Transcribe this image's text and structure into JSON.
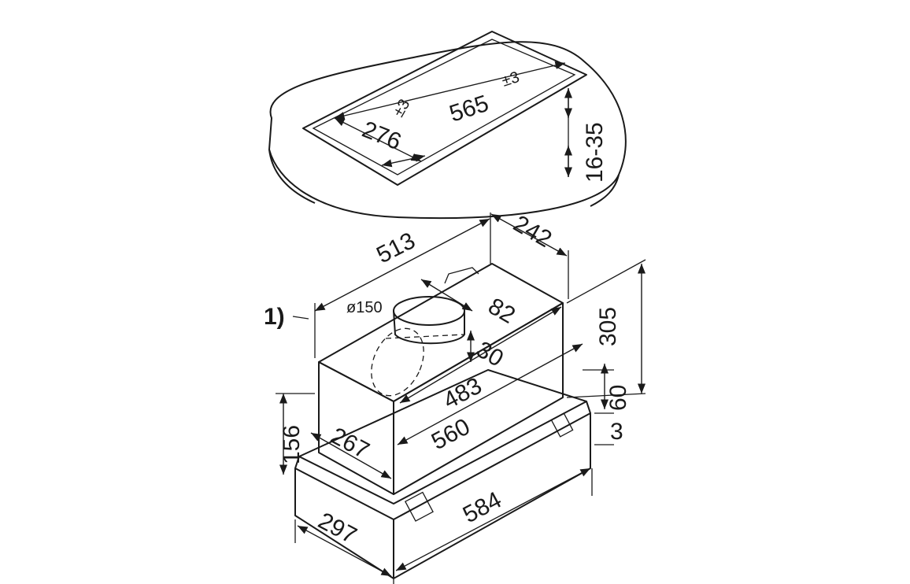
{
  "cutout": {
    "width": "276",
    "width_tol": "±3",
    "length": "565",
    "length_tol": "±3",
    "thickness": "16-35"
  },
  "hood": {
    "body_width": "513",
    "body_depth": "242",
    "duct_diameter": "ø150",
    "duct_offset": "82",
    "footnote": "1)",
    "duct_height": "30",
    "total_height": "305",
    "inner_width": "483",
    "frame_height": "60",
    "width_560": "560",
    "frame_lip": "3",
    "side_height": "156",
    "inner_depth": "267",
    "frame_width": "584",
    "frame_depth": "297"
  }
}
